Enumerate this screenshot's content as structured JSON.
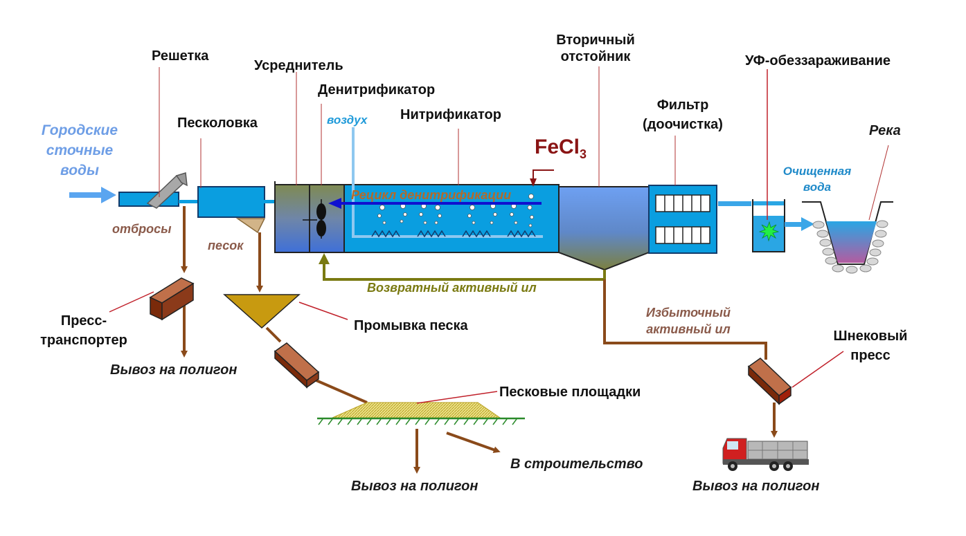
{
  "labels": {
    "inflow": "Городские сточные воды",
    "grate": "Решетка",
    "sand_trap": "Песколовка",
    "equalizer": "Усреднитель",
    "denitrifier": "Денитрификатор",
    "air": "воздух",
    "nitrifier": "Нитрификатор",
    "recycle": "Рецикл денитрификации",
    "secondary_settler": "Вторичный отстойник",
    "fecl3_main": "FeCl",
    "fecl3_sub": "3",
    "filter": "Фильтр (доочистка)",
    "uv": "УФ-обеззараживание",
    "river": "Река",
    "cleaned_water": "Очищенная вода",
    "screenings": "отбросы",
    "sand": "песок",
    "return_sludge": "Возвратный активный ил",
    "excess_sludge": "Избыточный активный ил",
    "press_conveyor": "Пресс-транспортер",
    "sand_wash": "Промывка песка",
    "sand_beds": "Песковые площадки",
    "screw_press": "Шнековый пресс",
    "landfill_1": "Вывоз на полигон",
    "landfill_2": "Вывоз на полигон",
    "landfill_3": "Вывоз на полигон",
    "construction": "В строительство"
  },
  "colors": {
    "water": "#0a9ee0",
    "water_light": "#5aa5f0",
    "sludge_brown": "#8a4a1a",
    "return_olive": "#7a7a12",
    "block_brown": "#8b3a1a",
    "sand": "#c89a10",
    "pointer_red": "#c0202a",
    "recycle_blue": "#1010d0"
  }
}
